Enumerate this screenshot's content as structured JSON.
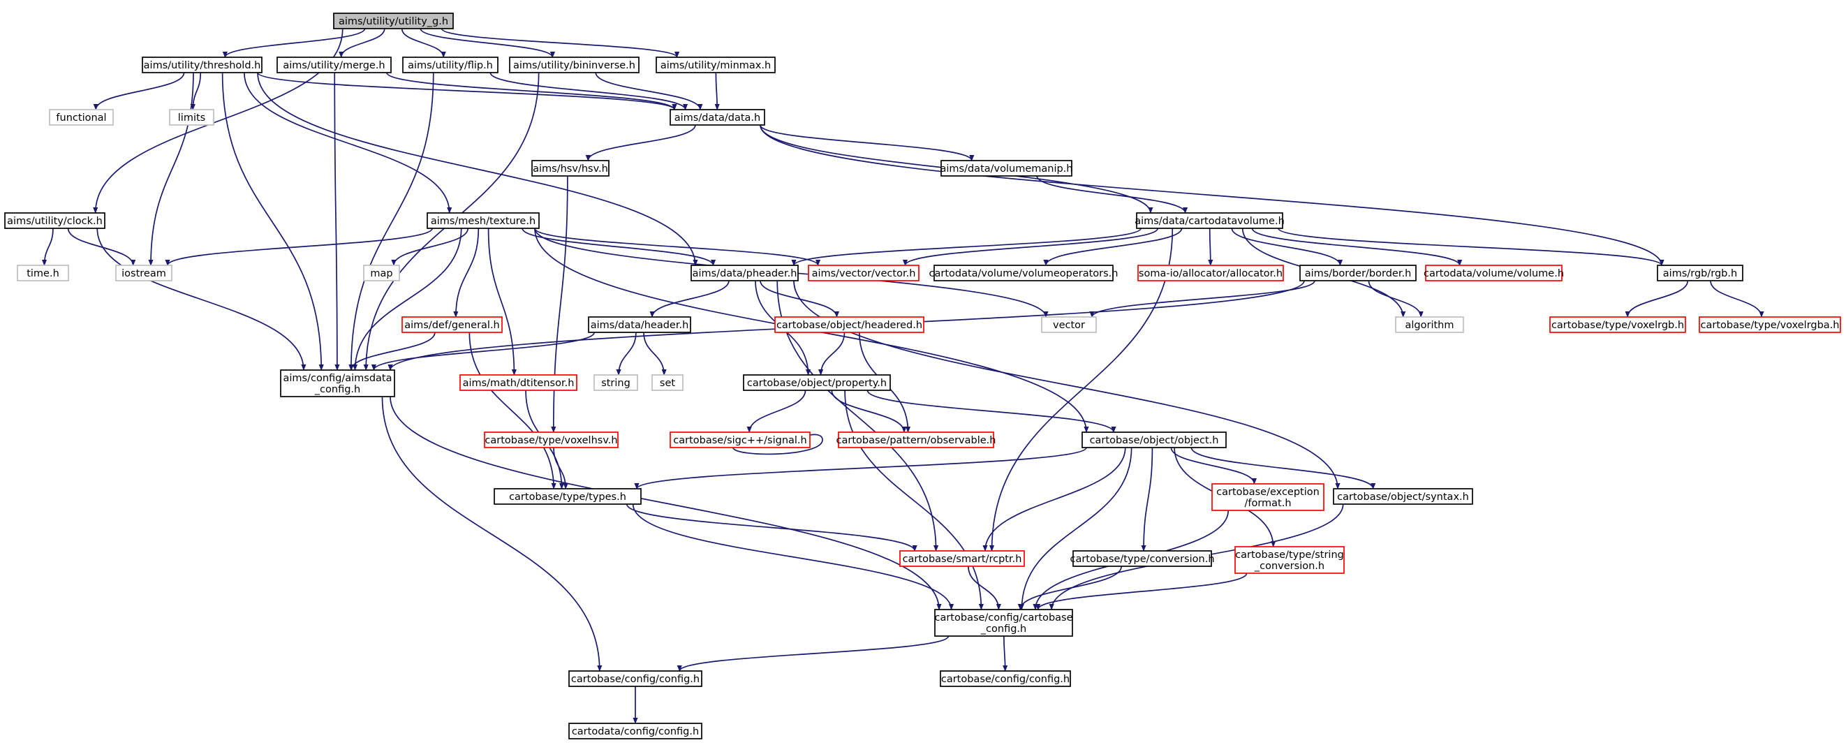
{
  "colors": {
    "edge": "#191970",
    "normal_border": "#000000",
    "incomplete_border": "#ff0000",
    "external_border": "#bfbfbf",
    "root_fill": "#bfbfbf"
  },
  "nodes": {
    "utility_g": {
      "lines": [
        "aims/utility/utility_g.h"
      ],
      "kind": "root"
    },
    "threshold": {
      "lines": [
        "aims/utility/threshold.h"
      ],
      "kind": "normal"
    },
    "merge": {
      "lines": [
        "aims/utility/merge.h"
      ],
      "kind": "normal"
    },
    "flip": {
      "lines": [
        "aims/utility/flip.h"
      ],
      "kind": "normal"
    },
    "bininverse": {
      "lines": [
        "aims/utility/bininverse.h"
      ],
      "kind": "normal"
    },
    "minmax": {
      "lines": [
        "aims/utility/minmax.h"
      ],
      "kind": "normal"
    },
    "clock": {
      "lines": [
        "aims/utility/clock.h"
      ],
      "kind": "normal"
    },
    "functional": {
      "lines": [
        "functional"
      ],
      "kind": "external"
    },
    "limits": {
      "lines": [
        "limits"
      ],
      "kind": "external"
    },
    "data": {
      "lines": [
        "aims/data/data.h"
      ],
      "kind": "normal"
    },
    "hsv": {
      "lines": [
        "aims/hsv/hsv.h"
      ],
      "kind": "normal"
    },
    "volumemanip": {
      "lines": [
        "aims/data/volumemanip.h"
      ],
      "kind": "normal"
    },
    "cartodatavolume": {
      "lines": [
        "aims/data/cartodatavolume.h"
      ],
      "kind": "normal"
    },
    "texture": {
      "lines": [
        "aims/mesh/texture.h"
      ],
      "kind": "normal"
    },
    "time": {
      "lines": [
        "time.h"
      ],
      "kind": "external"
    },
    "iostream": {
      "lines": [
        "iostream"
      ],
      "kind": "external"
    },
    "map": {
      "lines": [
        "map"
      ],
      "kind": "external"
    },
    "pheader": {
      "lines": [
        "aims/data/pheader.h"
      ],
      "kind": "normal"
    },
    "vector_h": {
      "lines": [
        "aims/vector/vector.h"
      ],
      "kind": "incomplete"
    },
    "volumeoperators": {
      "lines": [
        "cartodata/volume/volumeoperators.h"
      ],
      "kind": "normal"
    },
    "allocator": {
      "lines": [
        "soma-io/allocator/allocator.h"
      ],
      "kind": "incomplete"
    },
    "border": {
      "lines": [
        "aims/border/border.h"
      ],
      "kind": "normal"
    },
    "volume": {
      "lines": [
        "cartodata/volume/volume.h"
      ],
      "kind": "incomplete"
    },
    "rgb": {
      "lines": [
        "aims/rgb/rgb.h"
      ],
      "kind": "normal"
    },
    "general": {
      "lines": [
        "aims/def/general.h"
      ],
      "kind": "incomplete"
    },
    "header": {
      "lines": [
        "aims/data/header.h"
      ],
      "kind": "normal"
    },
    "headered": {
      "lines": [
        "cartobase/object/headered.h"
      ],
      "kind": "incomplete"
    },
    "vector": {
      "lines": [
        "vector"
      ],
      "kind": "external"
    },
    "algorithm": {
      "lines": [
        "algorithm"
      ],
      "kind": "external"
    },
    "voxelrgb": {
      "lines": [
        "cartobase/type/voxelrgb.h"
      ],
      "kind": "incomplete"
    },
    "voxelrgba": {
      "lines": [
        "cartobase/type/voxelrgba.h"
      ],
      "kind": "incomplete"
    },
    "aimsdata_config": {
      "lines": [
        "aims/config/aimsdata",
        "_config.h"
      ],
      "kind": "normal"
    },
    "dtitensor": {
      "lines": [
        "aims/math/dtitensor.h"
      ],
      "kind": "incomplete"
    },
    "string": {
      "lines": [
        "string"
      ],
      "kind": "external"
    },
    "set": {
      "lines": [
        "set"
      ],
      "kind": "external"
    },
    "property": {
      "lines": [
        "cartobase/object/property.h"
      ],
      "kind": "normal"
    },
    "voxelhsv": {
      "lines": [
        "cartobase/type/voxelhsv.h"
      ],
      "kind": "incomplete"
    },
    "signal": {
      "lines": [
        "cartobase/sigc++/signal.h"
      ],
      "kind": "incomplete"
    },
    "observable": {
      "lines": [
        "cartobase/pattern/observable.h"
      ],
      "kind": "incomplete"
    },
    "object": {
      "lines": [
        "cartobase/object/object.h"
      ],
      "kind": "normal"
    },
    "types": {
      "lines": [
        "cartobase/type/types.h"
      ],
      "kind": "normal"
    },
    "format": {
      "lines": [
        "cartobase/exception",
        "/format.h"
      ],
      "kind": "incomplete"
    },
    "syntax": {
      "lines": [
        "cartobase/object/syntax.h"
      ],
      "kind": "normal"
    },
    "rcptr": {
      "lines": [
        "cartobase/smart/rcptr.h"
      ],
      "kind": "incomplete"
    },
    "conversion": {
      "lines": [
        "cartobase/type/conversion.h"
      ],
      "kind": "normal"
    },
    "string_conversion": {
      "lines": [
        "cartobase/type/string",
        "_conversion.h"
      ],
      "kind": "incomplete"
    },
    "cartobase_config": {
      "lines": [
        "cartobase/config/cartobase",
        "_config.h"
      ],
      "kind": "normal"
    },
    "config_left": {
      "lines": [
        "cartobase/config/config.h"
      ],
      "kind": "normal"
    },
    "config_right": {
      "lines": [
        "cartobase/config/config.h"
      ],
      "kind": "normal"
    },
    "cartodata_config": {
      "lines": [
        "cartodata/config/config.h"
      ],
      "kind": "normal"
    }
  },
  "edges": [
    [
      "utility_g",
      "threshold"
    ],
    [
      "utility_g",
      "merge"
    ],
    [
      "utility_g",
      "flip"
    ],
    [
      "utility_g",
      "bininverse"
    ],
    [
      "utility_g",
      "minmax"
    ],
    [
      "utility_g",
      "clock"
    ],
    [
      "threshold",
      "functional"
    ],
    [
      "threshold",
      "limits"
    ],
    [
      "threshold",
      "iostream"
    ],
    [
      "threshold",
      "data"
    ],
    [
      "threshold",
      "texture"
    ],
    [
      "threshold",
      "pheader"
    ],
    [
      "threshold",
      "aimsdata_config"
    ],
    [
      "merge",
      "data"
    ],
    [
      "merge",
      "aimsdata_config"
    ],
    [
      "flip",
      "data"
    ],
    [
      "flip",
      "aimsdata_config"
    ],
    [
      "bininverse",
      "data"
    ],
    [
      "bininverse",
      "aimsdata_config"
    ],
    [
      "minmax",
      "data"
    ],
    [
      "clock",
      "time"
    ],
    [
      "clock",
      "iostream"
    ],
    [
      "clock",
      "aimsdata_config"
    ],
    [
      "data",
      "hsv"
    ],
    [
      "data",
      "volumemanip"
    ],
    [
      "data",
      "cartodatavolume"
    ],
    [
      "data",
      "rgb"
    ],
    [
      "hsv",
      "voxelhsv"
    ],
    [
      "volumemanip",
      "cartodatavolume"
    ],
    [
      "cartodatavolume",
      "pheader"
    ],
    [
      "cartodatavolume",
      "vector_h"
    ],
    [
      "cartodatavolume",
      "volumeoperators"
    ],
    [
      "cartodatavolume",
      "allocator"
    ],
    [
      "cartodatavolume",
      "border"
    ],
    [
      "cartodatavolume",
      "volume"
    ],
    [
      "cartodatavolume",
      "rgb"
    ],
    [
      "cartodatavolume",
      "algorithm"
    ],
    [
      "cartodatavolume",
      "rcptr"
    ],
    [
      "texture",
      "iostream"
    ],
    [
      "texture",
      "map"
    ],
    [
      "texture",
      "pheader"
    ],
    [
      "texture",
      "vector_h"
    ],
    [
      "texture",
      "general"
    ],
    [
      "texture",
      "dtitensor"
    ],
    [
      "texture",
      "aimsdata_config"
    ],
    [
      "texture",
      "vector"
    ],
    [
      "texture",
      "object"
    ],
    [
      "pheader",
      "header"
    ],
    [
      "pheader",
      "headered"
    ],
    [
      "pheader",
      "property"
    ],
    [
      "pheader",
      "rcptr"
    ],
    [
      "pheader",
      "syntax"
    ],
    [
      "border",
      "vector"
    ],
    [
      "border",
      "algorithm"
    ],
    [
      "border",
      "aimsdata_config"
    ],
    [
      "rgb",
      "voxelrgb"
    ],
    [
      "rgb",
      "voxelrgba"
    ],
    [
      "general",
      "aimsdata_config"
    ],
    [
      "general",
      "types"
    ],
    [
      "header",
      "string"
    ],
    [
      "header",
      "set"
    ],
    [
      "header",
      "aimsdata_config"
    ],
    [
      "headered",
      "property"
    ],
    [
      "headered",
      "observable"
    ],
    [
      "aimsdata_config",
      "cartobase_config"
    ],
    [
      "aimsdata_config",
      "config_left"
    ],
    [
      "dtitensor",
      "types"
    ],
    [
      "property",
      "signal"
    ],
    [
      "property",
      "observable"
    ],
    [
      "property",
      "object"
    ],
    [
      "property",
      "cartobase_config"
    ],
    [
      "voxelhsv",
      "types"
    ],
    [
      "signal",
      "signal"
    ],
    [
      "object",
      "types"
    ],
    [
      "object",
      "format"
    ],
    [
      "object",
      "syntax"
    ],
    [
      "object",
      "rcptr"
    ],
    [
      "object",
      "conversion"
    ],
    [
      "object",
      "string_conversion"
    ],
    [
      "object",
      "cartobase_config"
    ],
    [
      "types",
      "rcptr"
    ],
    [
      "types",
      "cartobase_config"
    ],
    [
      "format",
      "cartobase_config"
    ],
    [
      "syntax",
      "cartobase_config"
    ],
    [
      "rcptr",
      "cartobase_config"
    ],
    [
      "conversion",
      "cartobase_config"
    ],
    [
      "string_conversion",
      "cartobase_config"
    ],
    [
      "cartobase_config",
      "config_left"
    ],
    [
      "cartobase_config",
      "config_right"
    ],
    [
      "config_left",
      "cartodata_config"
    ]
  ]
}
